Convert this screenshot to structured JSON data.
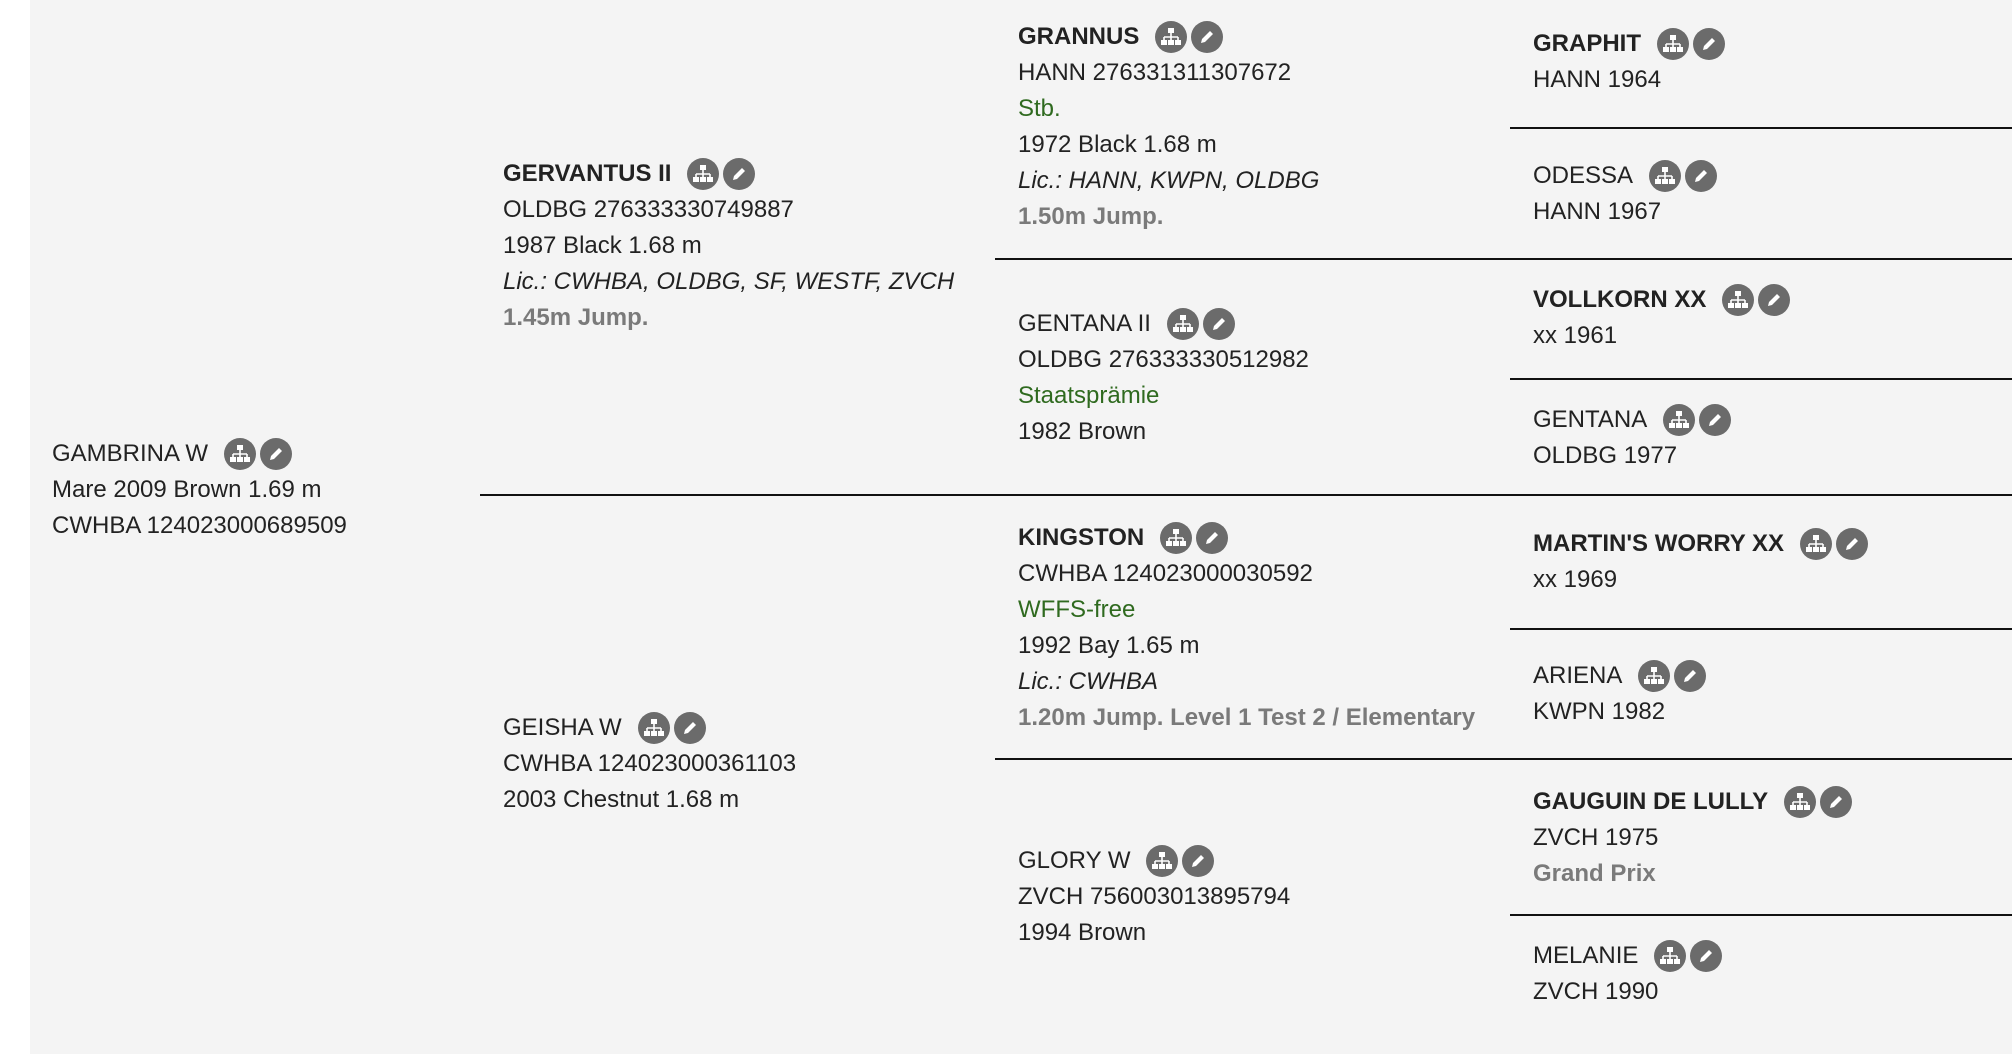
{
  "subject": {
    "name": "GAMBRINA W",
    "line1": "Mare 2009 Brown 1.69 m",
    "line2": "CWHBA 124023000689509"
  },
  "gen1": [
    {
      "name": "GERVANTUS II",
      "reg": "OLDBG 276333330749887",
      "details": "1987 Black 1.68 m",
      "lic": "Lic.: CWHBA, OLDBG, SF, WESTF, ZVCH",
      "perf": "1.45m Jump."
    },
    {
      "name": "GEISHA W",
      "reg": "CWHBA 124023000361103",
      "details": "2003 Chestnut 1.68 m"
    }
  ],
  "gen2": [
    {
      "name": "GRANNUS",
      "reg": "HANN 276331311307672",
      "note": "Stb.",
      "details": "1972 Black 1.68 m",
      "lic": "Lic.: HANN, KWPN, OLDBG",
      "perf": "1.50m Jump."
    },
    {
      "name": "GENTANA II",
      "reg": "OLDBG 276333330512982",
      "note": "Staatsprämie",
      "details": "1982 Brown"
    },
    {
      "name": "KINGSTON",
      "reg": "CWHBA 124023000030592",
      "note": "WFFS-free",
      "details": "1992 Bay 1.65 m",
      "lic": "Lic.: CWHBA",
      "perf": "1.20m Jump. Level 1 Test 2 / Elementary"
    },
    {
      "name": "GLORY W",
      "reg": "ZVCH 756003013895794",
      "details": "1994 Brown"
    }
  ],
  "gen3": [
    {
      "name": "GRAPHIT",
      "info": "HANN 1964"
    },
    {
      "name": "ODESSA",
      "info": "HANN 1967"
    },
    {
      "name": "VOLLKORN XX",
      "info": "xx 1961"
    },
    {
      "name": "GENTANA",
      "info": "OLDBG 1977"
    },
    {
      "name": "MARTIN'S WORRY XX",
      "info": "xx 1969"
    },
    {
      "name": "ARIENA",
      "info": "KWPN 1982"
    },
    {
      "name": "GAUGUIN DE LULLY",
      "info": "ZVCH 1975",
      "perf": "Grand Prix"
    },
    {
      "name": "MELANIE",
      "info": "ZVCH 1990"
    }
  ],
  "icons": {
    "pedigree": "pedigree-tree-icon",
    "edit": "pencil-edit-icon"
  }
}
